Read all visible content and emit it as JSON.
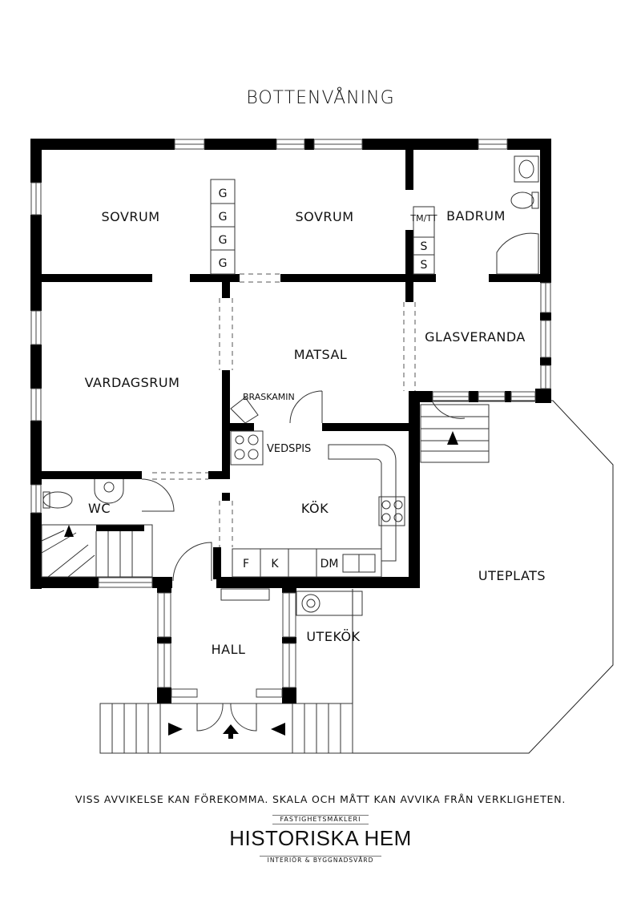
{
  "title": "BOTTENVÅNING",
  "rooms": {
    "sovrum_1": "SOVRUM",
    "sovrum_2": "SOVRUM",
    "badrum": "BADRUM",
    "matsal": "MATSAL",
    "glasveranda": "GLASVERANDA",
    "vardagsrum": "VARDAGSRUM",
    "kok": "KÖK",
    "wc": "WC",
    "uteplats": "UTEPLATS",
    "hall": "HALL",
    "utekok": "UTEKÖK"
  },
  "fixtures": {
    "braskamin": "BRASKAMIN",
    "vedspis": "VEDSPIS",
    "closet_g": "G",
    "tm_tt": "TM/TT",
    "closet_s": "S",
    "fridge_f": "F",
    "freezer_k": "K",
    "dishwasher_dm": "DM"
  },
  "footer": {
    "disclaimer": "VISS AVVIKELSE KAN FÖREKOMMA. SKALA OCH MÅTT KAN AVVIKA FRÅN VERKLIGHETEN.",
    "brand_top": "FASTIGHETSMÄKLERI",
    "brand_name": "HISTORISKA HEM",
    "brand_sub": "INTERIÖR & BYGGNADSVÅRD"
  }
}
